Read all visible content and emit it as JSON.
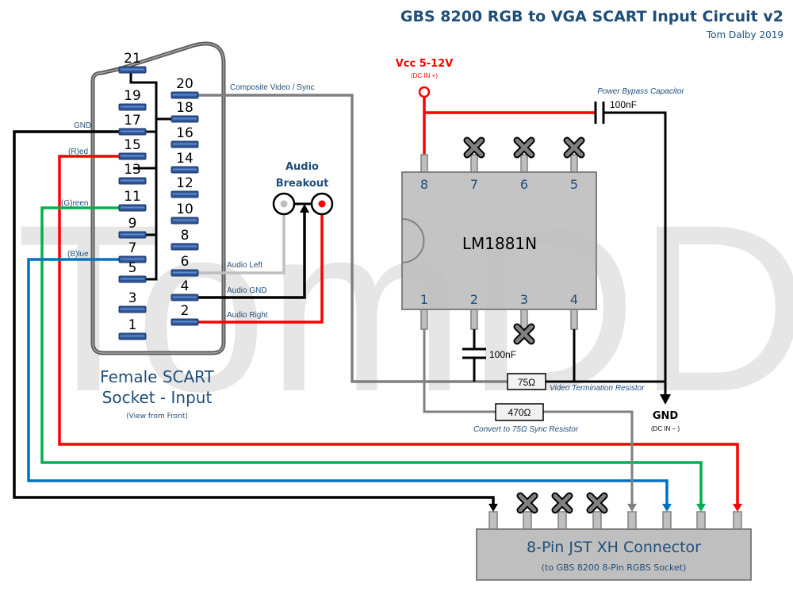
{
  "header": {
    "title": "GBS 8200 RGB to VGA SCART Input Circuit v2",
    "author": "Tom Dalby 2019"
  },
  "watermark": "TomDD",
  "scart": {
    "caption_line1": "Female SCART",
    "caption_line2": "Socket - Input",
    "caption_note": "(View from Front)",
    "left_pins": [
      "21",
      "19",
      "17",
      "15",
      "13",
      "11",
      "9",
      "7",
      "5",
      "3",
      "1"
    ],
    "right_pins": [
      "20",
      "18",
      "16",
      "14",
      "12",
      "10",
      "8",
      "6",
      "4",
      "2"
    ]
  },
  "wires": {
    "gnd": "GND",
    "red": "(R)ed",
    "green": "(G)reen",
    "blue": "(B)lue",
    "composite": "Composite Video / Sync",
    "audio_left": "Audio Left",
    "audio_gnd": "Audio GND",
    "audio_right": "Audio Right"
  },
  "audio": {
    "title_line1": "Audio",
    "title_line2": "Breakout"
  },
  "power": {
    "vcc_label": "Vcc 5-12V",
    "vcc_note": "(DC IN +)",
    "gnd_label": "GND",
    "gnd_note": "(DC IN – )"
  },
  "ic": {
    "name": "LM1881N",
    "top_pins": [
      "8",
      "7",
      "6",
      "5"
    ],
    "bottom_pins": [
      "1",
      "2",
      "3",
      "4"
    ]
  },
  "components": {
    "bypass_cap_title": "Power  Bypass Capacitor",
    "bypass_cap_value": "100nF",
    "pin2_cap_value": "100nF",
    "term_resistor_value": "75Ω",
    "term_resistor_label": "Video Termination Resistor",
    "sync_resistor_value": "470Ω",
    "sync_resistor_label": "Convert to 75Ω Sync Resistor"
  },
  "connector": {
    "title": "8-Pin JST XH Connector",
    "subtitle": "(to GBS 8200 8-Pin RGBS Socket)"
  },
  "colors": {
    "red": "#ff0000",
    "green": "#00b050",
    "blue": "#0070c0",
    "black": "#000000",
    "gray": "#808080",
    "lightgray": "#bfbfbf",
    "pin_blue": "#2f5597",
    "title_blue": "#1f4e79"
  }
}
